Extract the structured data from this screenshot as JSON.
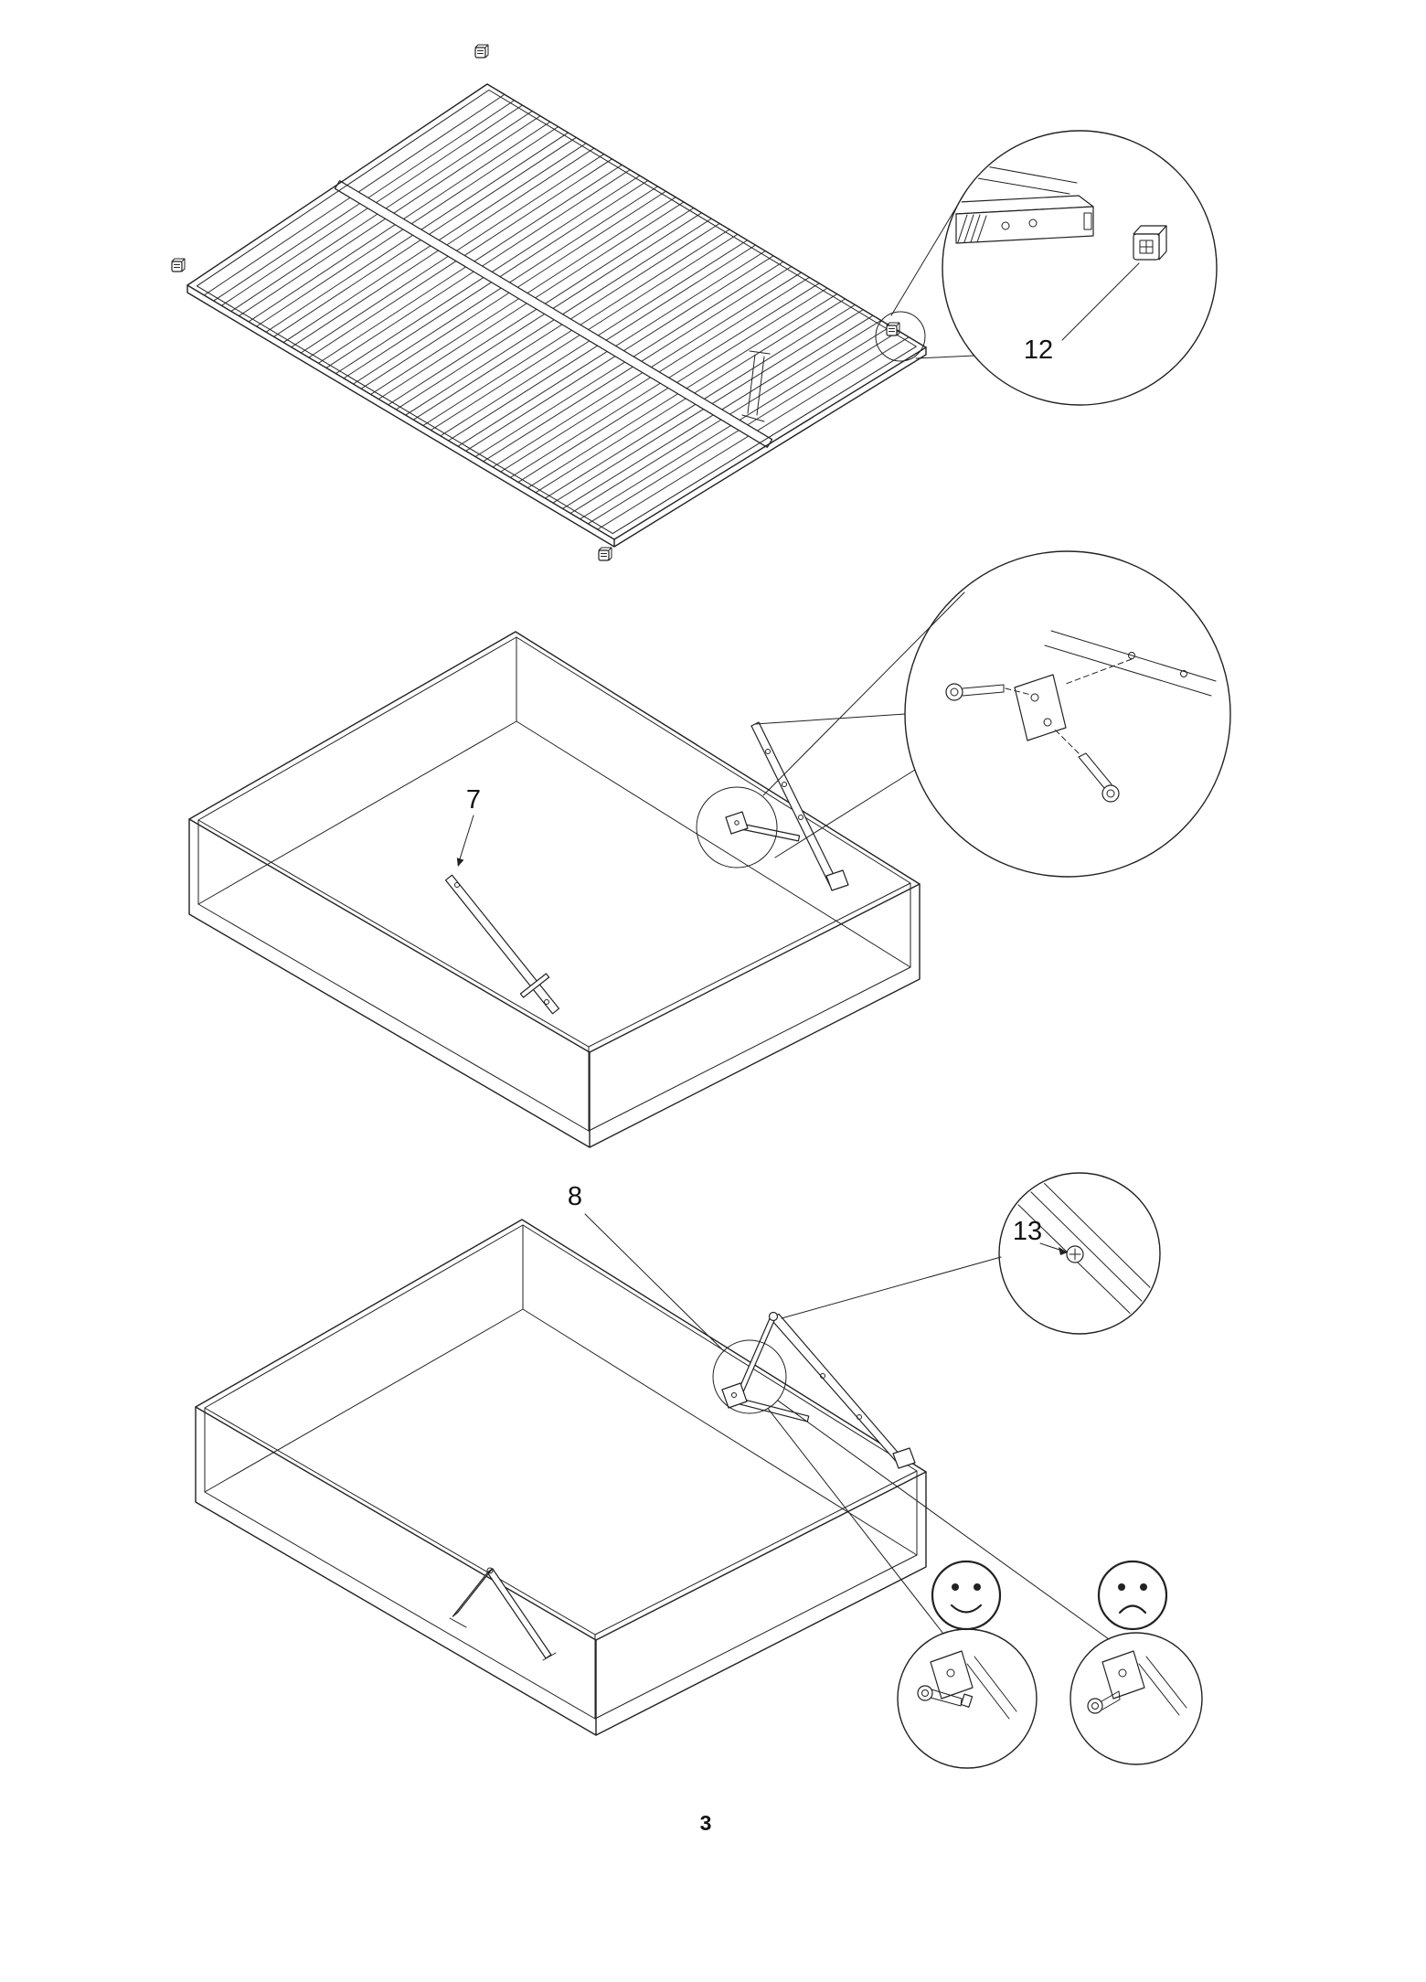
{
  "page": {
    "number": "3",
    "background": "#ffffff",
    "line_color": "#222222"
  },
  "labels": {
    "slat_cap": "12",
    "lift_arm": "7",
    "lift_mechanism": "8",
    "screw": "13"
  },
  "callouts": {
    "correct_icon": "smiley-face",
    "incorrect_icon": "sad-face"
  }
}
